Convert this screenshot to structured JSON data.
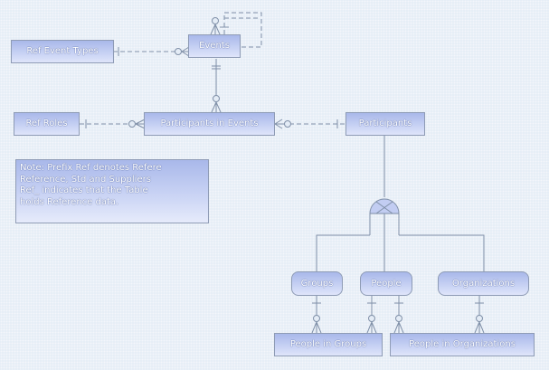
{
  "entities": {
    "ref_event_types": "Ref Event Types",
    "events": "Events",
    "ref_roles": "Ref Roles",
    "participants_in_events": "Participants in Events",
    "participants": "Participants",
    "groups": "Groups",
    "people": "People",
    "organizations": "Organizations",
    "people_in_groups": "People in Groups",
    "people_in_organizations": "People in Organizations"
  },
  "note": {
    "lines": [
      "Note: Prefix Ref denotes Refere",
      "Reference, Std and Suppliers",
      "Ref_ indicates that the Table",
      "holds Reference data."
    ]
  },
  "colors": {
    "line": "#8090a8",
    "entity_top": "#a9b8ea",
    "entity_bottom": "#dfe5fa",
    "background": "#e4ecf6"
  }
}
